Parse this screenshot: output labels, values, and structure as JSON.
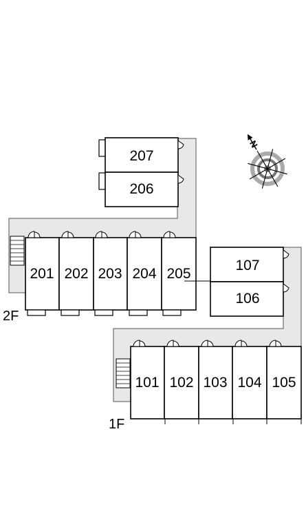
{
  "floors": {
    "second": {
      "label": "2F",
      "rooms": [
        "201",
        "202",
        "203",
        "204",
        "205",
        "206",
        "207"
      ]
    },
    "first": {
      "label": "1F",
      "rooms": [
        "101",
        "102",
        "103",
        "104",
        "105",
        "106",
        "107"
      ]
    }
  },
  "compass": {
    "north_label": "N",
    "icon": "compass-icon"
  }
}
